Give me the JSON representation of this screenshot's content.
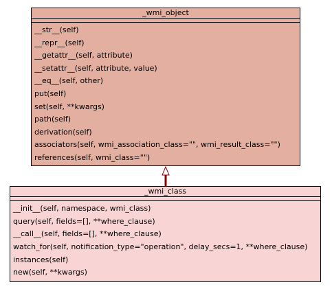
{
  "diagram": {
    "classes": [
      {
        "name": "_wmi_object",
        "methods": [
          "__str__(self)",
          "__repr__(self)",
          "__getattr__(self, attribute)",
          "__setattr__(self, attribute, value)",
          "__eq__(self, other)",
          "put(self)",
          "set(self, **kwargs)",
          "path(self)",
          "derivation(self)",
          "associators(self, wmi_association_class=\"\", wmi_result_class=\"\")",
          "references(self, wmi_class=\"\")"
        ]
      },
      {
        "name": "_wmi_class",
        "methods": [
          "__init__(self, namespace, wmi_class)",
          "query(self, fields=[], **where_clause)",
          "__call__(self, fields=[], **where_clause)",
          "watch_for(self, notification_type=\"operation\", delay_secs=1, **where_clause)",
          "instances(self)",
          "new(self, **kwargs)"
        ]
      }
    ],
    "relationships": [
      {
        "type": "inheritance",
        "from": "_wmi_class",
        "to": "_wmi_object",
        "color": "#8b0000"
      }
    ],
    "colors": {
      "parent_fill": "#e3afa1",
      "child_fill": "#f9d4d4",
      "border": "#000000",
      "arrow": "#8b0000"
    }
  }
}
